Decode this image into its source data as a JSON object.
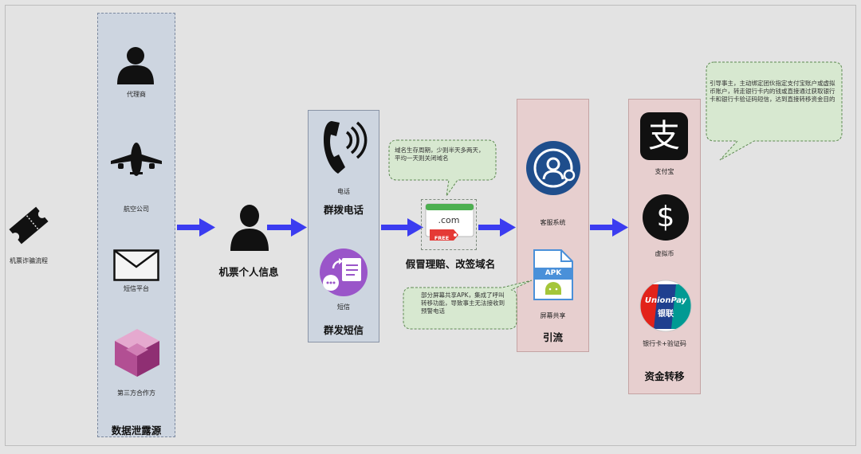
{
  "colors": {
    "background": "#e4e4e4",
    "panel_blue": "#cdd5e0",
    "panel_pink": "#e7cfcf",
    "arrow": "#3b3cf0",
    "note_fill": "#d7e8d0",
    "note_border": "#5e8a52"
  },
  "start": {
    "label": "机票诈骗流程",
    "icon": "ticket-icon"
  },
  "sources": {
    "title": "数据泄露源",
    "items": [
      {
        "label": "代理商",
        "icon": "person-icon"
      },
      {
        "label": "航空公司",
        "icon": "airplane-icon"
      },
      {
        "label": "短信平台",
        "icon": "envelope-icon"
      },
      {
        "label": "第三方合作方",
        "icon": "cube-icon"
      }
    ]
  },
  "personal_info": {
    "label": "机票个人信息",
    "icon": "person-icon"
  },
  "contact": {
    "phone_small": "电话",
    "phone_title": "群拨电话",
    "sms_small": "短信",
    "sms_title": "群发短信"
  },
  "domain": {
    "label": "假冒理赔、改签域名",
    "com_text": ".com",
    "free_text": "FREE",
    "note": "域名生存周期，少则半天多两天，平均一天则关闭域名"
  },
  "traffic": {
    "title": "引流",
    "service_label": "客服系统",
    "screen_label": "屏幕共享",
    "apk_text": "APK",
    "note": "部分屏幕共享APK，集成了呼叫转移功能，导致事主无法接收到预警电话"
  },
  "funds": {
    "title": "资金转移",
    "alipay_label": "支付宝",
    "alipay_glyph": "支",
    "crypto_label": "虚拟币",
    "crypto_glyph": "$",
    "bank_label": "银行卡+验证码",
    "unionpay_en": "UnionPay",
    "unionpay_cn": "银联",
    "note": "引导事主，主动绑定团伙指定支付宝账户或虚拟币账户，转走银行卡内的钱或直接通过获取银行卡和银行卡验证码短信，达到直接转移资金目的"
  }
}
